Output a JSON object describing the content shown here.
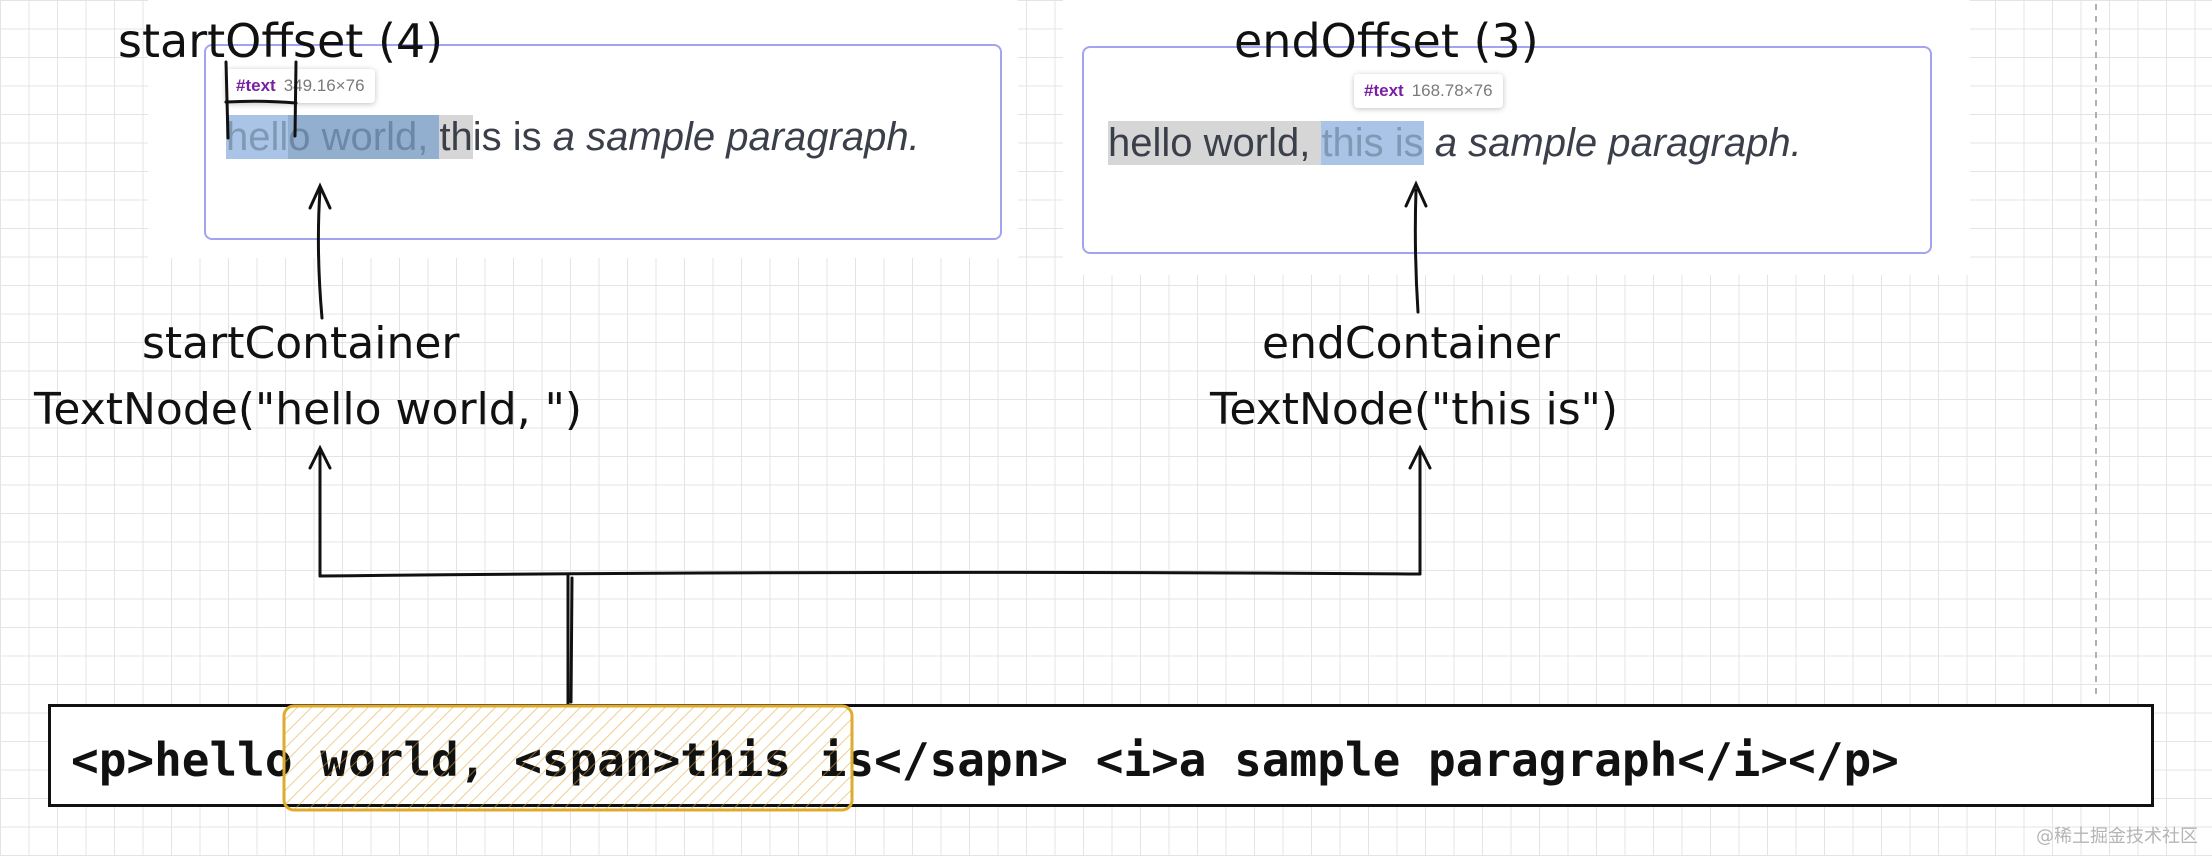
{
  "start_demo": {
    "offset_label": "startOffset (4)",
    "tooltip": {
      "tag": "#text",
      "dims": "349.16×76"
    },
    "segments": {
      "a": "hell",
      "b": "o world, ",
      "c": "th",
      "d": "is is ",
      "e": "a sample paragraph."
    },
    "container_title": "startContainer",
    "container_node": "TextNode(\"hello world, \")"
  },
  "end_demo": {
    "offset_label": "endOffset (3)",
    "tooltip": {
      "tag": "#text",
      "dims": "168.78×76"
    },
    "segments": {
      "a": "hello world, ",
      "b": "this is",
      "c": " ",
      "d": "a sample paragraph."
    },
    "container_title": "endContainer",
    "container_node": "TextNode(\"this is\")"
  },
  "code_line": "<p>hello world, <span>this is</sapn> <i>a sample paragraph</i></p>",
  "watermark": "@稀土掘金技术社区",
  "colors": {
    "selection_blue": "#a9c4e6",
    "container_grey": "#d6d6d6",
    "box_border": "#a3a3ef",
    "code_highlight": "#e0aa2e"
  }
}
